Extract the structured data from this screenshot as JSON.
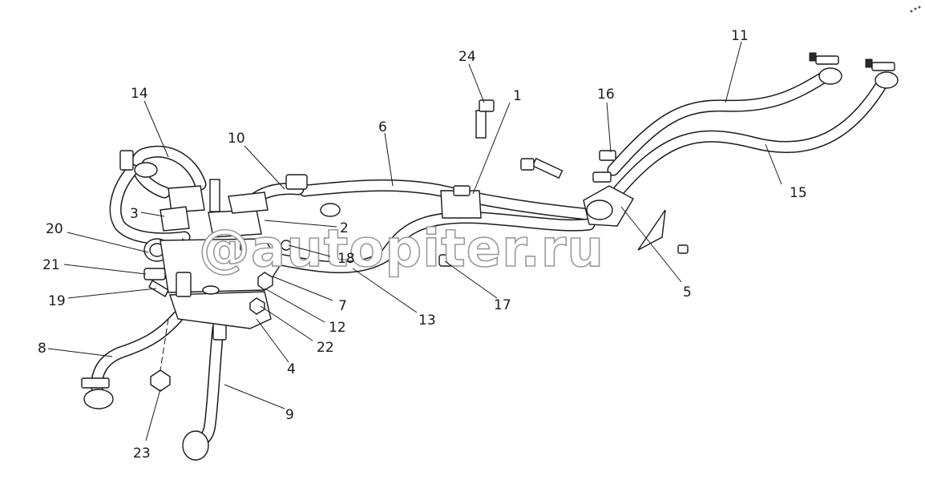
{
  "diagram": {
    "watermark": "@autopiter.ru",
    "callouts": [
      "1",
      "2",
      "3",
      "4",
      "5",
      "6",
      "7",
      "8",
      "9",
      "10",
      "11",
      "12",
      "13",
      "14",
      "15",
      "16",
      "17",
      "18",
      "19",
      "20",
      "21",
      "22",
      "23",
      "24"
    ]
  }
}
